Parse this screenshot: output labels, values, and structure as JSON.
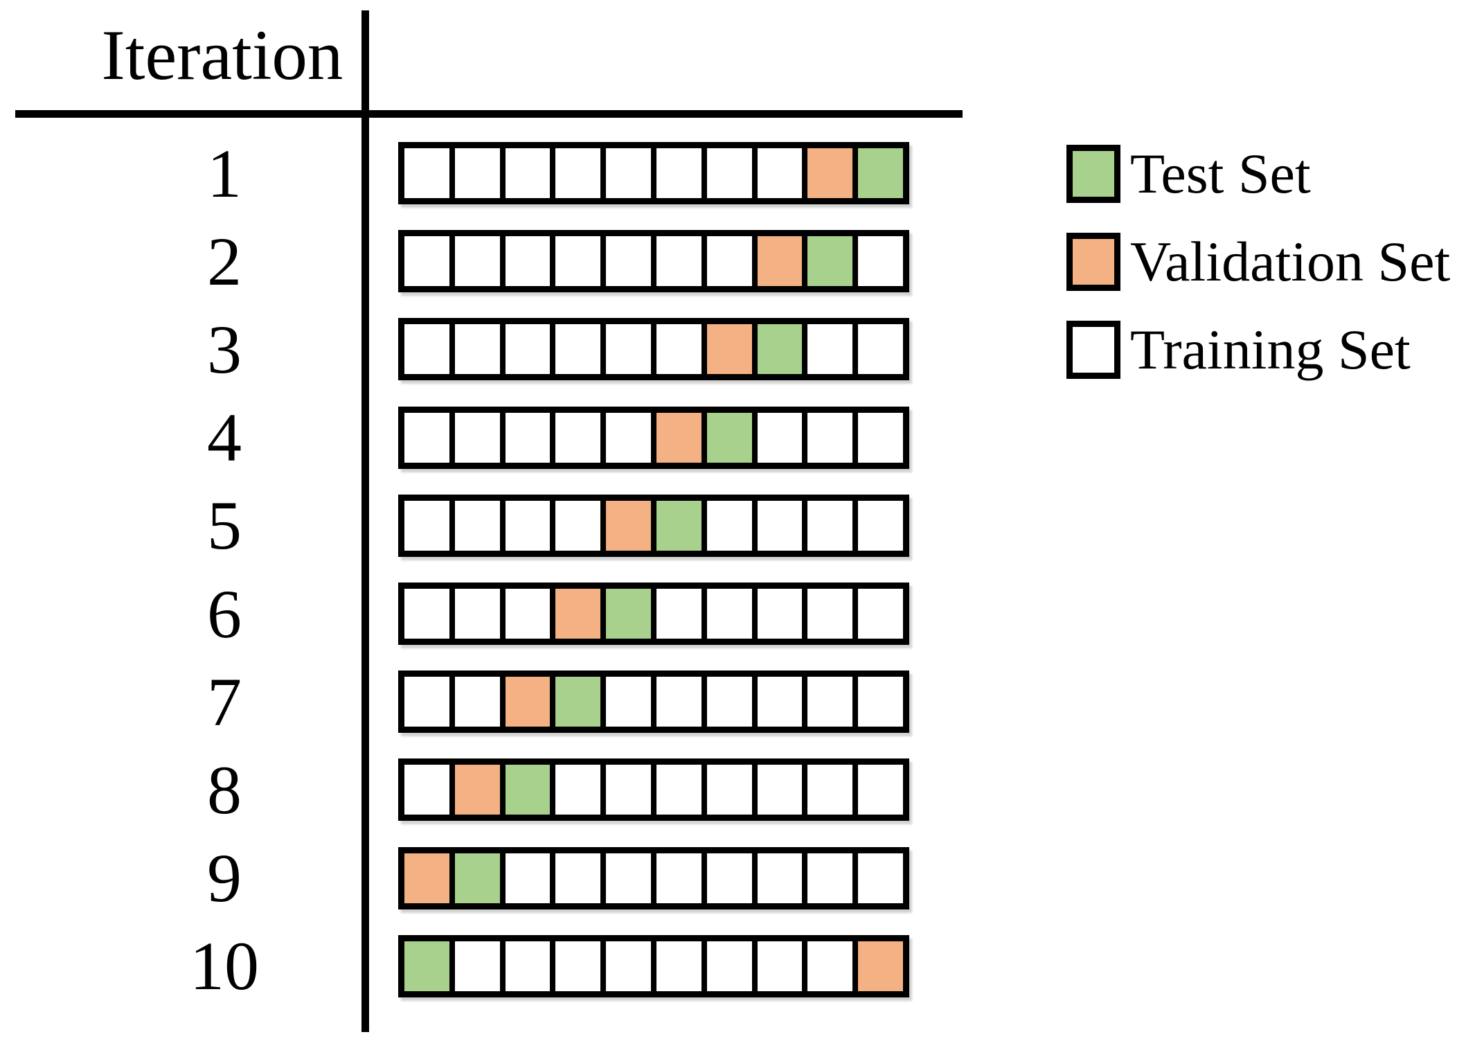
{
  "header": {
    "title": "Iteration"
  },
  "rows": [
    {
      "label": "1",
      "cells": [
        "train",
        "train",
        "train",
        "train",
        "train",
        "train",
        "train",
        "train",
        "validation",
        "test"
      ]
    },
    {
      "label": "2",
      "cells": [
        "train",
        "train",
        "train",
        "train",
        "train",
        "train",
        "train",
        "validation",
        "test",
        "train"
      ]
    },
    {
      "label": "3",
      "cells": [
        "train",
        "train",
        "train",
        "train",
        "train",
        "train",
        "validation",
        "test",
        "train",
        "train"
      ]
    },
    {
      "label": "4",
      "cells": [
        "train",
        "train",
        "train",
        "train",
        "train",
        "validation",
        "test",
        "train",
        "train",
        "train"
      ]
    },
    {
      "label": "5",
      "cells": [
        "train",
        "train",
        "train",
        "train",
        "validation",
        "test",
        "train",
        "train",
        "train",
        "train"
      ]
    },
    {
      "label": "6",
      "cells": [
        "train",
        "train",
        "train",
        "validation",
        "test",
        "train",
        "train",
        "train",
        "train",
        "train"
      ]
    },
    {
      "label": "7",
      "cells": [
        "train",
        "train",
        "validation",
        "test",
        "train",
        "train",
        "train",
        "train",
        "train",
        "train"
      ]
    },
    {
      "label": "8",
      "cells": [
        "train",
        "validation",
        "test",
        "train",
        "train",
        "train",
        "train",
        "train",
        "train",
        "train"
      ]
    },
    {
      "label": "9",
      "cells": [
        "validation",
        "test",
        "train",
        "train",
        "train",
        "train",
        "train",
        "train",
        "train",
        "train"
      ]
    },
    {
      "label": "10",
      "cells": [
        "test",
        "train",
        "train",
        "train",
        "train",
        "train",
        "train",
        "train",
        "train",
        "validation"
      ]
    }
  ],
  "legend": {
    "items": [
      {
        "type": "test",
        "label": "Test Set"
      },
      {
        "type": "validation",
        "label": "Validation Set"
      },
      {
        "type": "train",
        "label": "Training Set"
      }
    ]
  },
  "colors": {
    "test": "#A9D18E",
    "validation": "#F4B183",
    "train": "#FFFFFF",
    "border": "#000000"
  }
}
